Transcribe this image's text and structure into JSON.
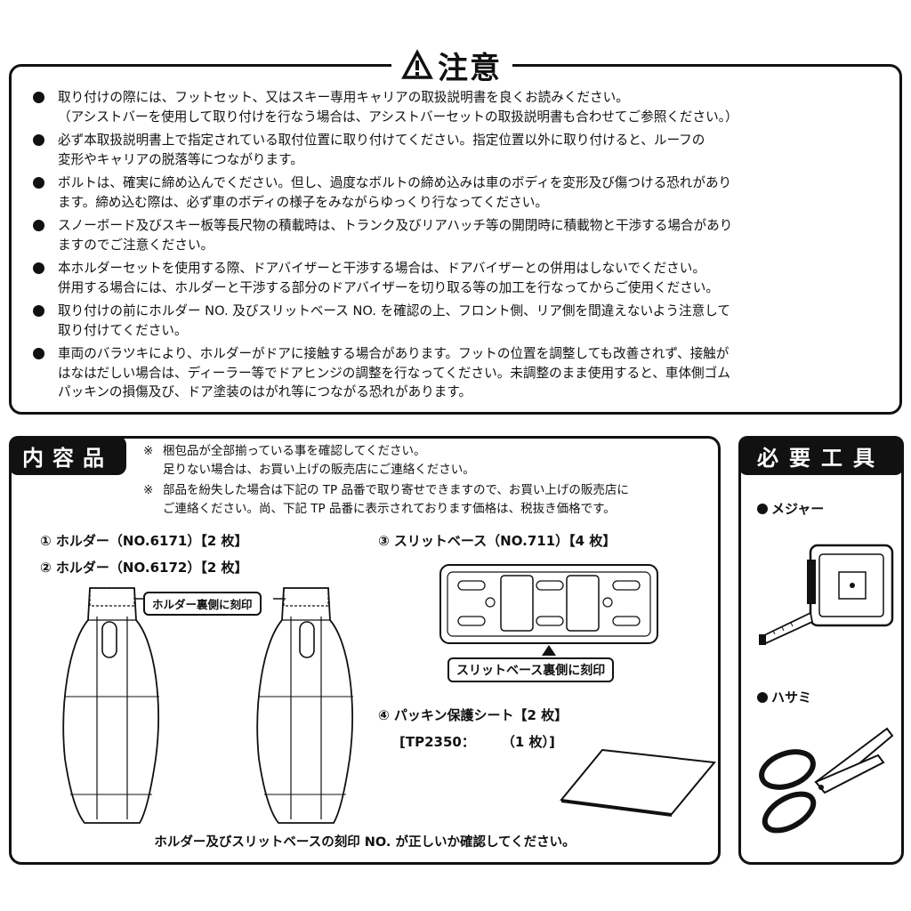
{
  "caution": {
    "title": "注意",
    "items": [
      [
        "取り付けの際には、フットセット、又はスキー専用キャリアの取扱説明書を良くお読みください。",
        "（アシストバーを使用して取り付けを行なう場合は、アシストバーセットの取扱説明書も合わせてご参照ください。）"
      ],
      [
        "必ず本取扱説明書上で指定されている取付位置に取り付けてください。指定位置以外に取り付けると、ルーフの",
        "変形やキャリアの脱落等につながります。"
      ],
      [
        "ボルトは、確実に締め込んでください。但し、過度なボルトの締め込みは車のボディを変形及び傷つける恐れがあり",
        "ます。締め込む際は、必ず車のボディの様子をみながらゆっくり行なってください。"
      ],
      [
        "スノーボード及びスキー板等長尺物の積載時は、トランク及びリアハッチ等の開閉時に積載物と干渉する場合があり",
        "ますのでご注意ください。"
      ],
      [
        "本ホルダーセットを使用する際、ドアバイザーと干渉する場合は、ドアバイザーとの併用はしないでください。",
        "併用する場合には、ホルダーと干渉する部分のドアバイザーを切り取る等の加工を行なってからご使用ください。"
      ],
      [
        "取り付けの前にホルダー NO. 及びスリットベース NO. を確認の上、フロント側、リア側を間違えないよう注意して",
        "取り付けてください。"
      ],
      [
        "車両のバラツキにより、ホルダーがドアに接触する場合があります。フットの位置を調整しても改善されず、接触が",
        "はなはだしい場合は、ディーラー等でドアヒンジの調整を行なってください。未調整のまま使用すると、車体側ゴム",
        "パッキンの損傷及び、ドア塗装のはがれ等につながる恐れがあります。"
      ]
    ]
  },
  "contents": {
    "label": "内容品",
    "notes": [
      {
        "mark": "※",
        "lines": [
          "梱包品が全部揃っている事を確認してください。",
          "足りない場合は、お買い上げの販売店にご連絡ください。"
        ]
      },
      {
        "mark": "※",
        "lines": [
          "部品を紛失した場合は下記の TP 品番で取り寄せできますので、お買い上げの販売店に",
          "ご連絡ください。尚、下記 TP 品番に表示されております価格は、税抜き価格です。"
        ]
      }
    ],
    "parts": {
      "p1": "① ホルダー（NO.6171）【2 枚】",
      "p2": "② ホルダー（NO.6172）【2 枚】",
      "p3": "③ スリットベース（NO.711）【4 枚】",
      "p4": "④ パッキン保護シート【2 枚】",
      "p4_sub": "[TP2350：　　　（1 枚）]"
    },
    "callouts": {
      "holder": "ホルダー裏側に刻印",
      "slit": "スリットベース裏側に刻印"
    },
    "footer": "ホルダー及びスリットベースの刻印 NO. が正しいか確認してください。"
  },
  "tools": {
    "label": "必要工具",
    "items": [
      "メジャー",
      "ハサミ"
    ]
  }
}
